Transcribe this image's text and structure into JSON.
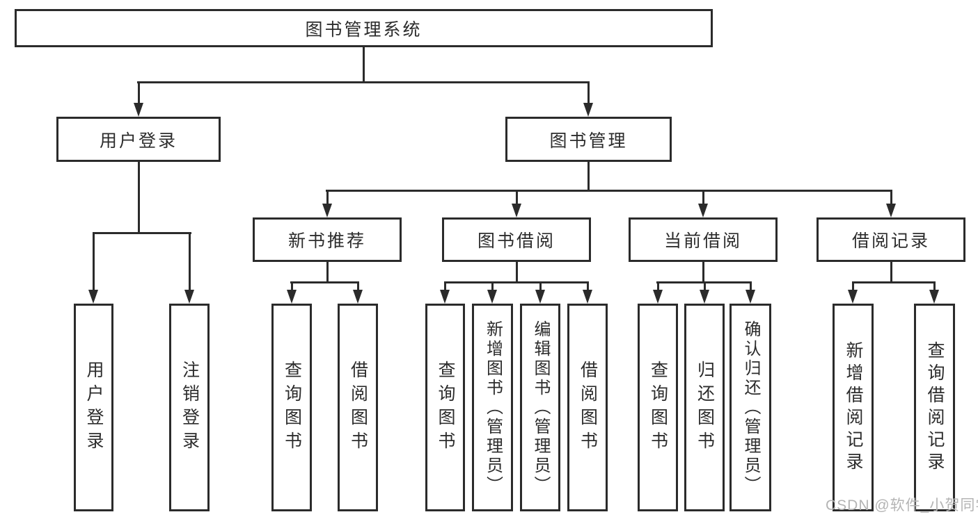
{
  "diagram_title": "图书管理系统",
  "nodes": {
    "root": "图书管理系统",
    "level2": {
      "user_login": "用户登录",
      "book_mgmt": "图书管理"
    },
    "level3": {
      "new_book_rec": "新书推荐",
      "book_borrow": "图书借阅",
      "current_borrow": "当前借阅",
      "borrow_record": "借阅记录"
    },
    "leaves": {
      "user_login": "用户登录",
      "logout": "注销登录",
      "nbr_query_book": "查询图书",
      "nbr_borrow_book": "借阅图书",
      "bb_query_book": "查询图书",
      "bb_add_book": "新增图书（管理员）",
      "bb_edit_book": "编辑图书（管理员）",
      "bb_borrow_book": "借阅图书",
      "cb_query_book": "查询图书",
      "cb_return_book": "归还图书",
      "cb_confirm_return": "确认归还（管理员）",
      "br_add_record": "新增借阅记录",
      "br_query_record": "查询借阅记录"
    }
  },
  "colors": {
    "line": "#2b2b2b",
    "text": "#2c2c2c",
    "watermark": "#b4b4b4",
    "background": "#ffffff"
  },
  "watermark": "CSDN @软件_小贺同学"
}
